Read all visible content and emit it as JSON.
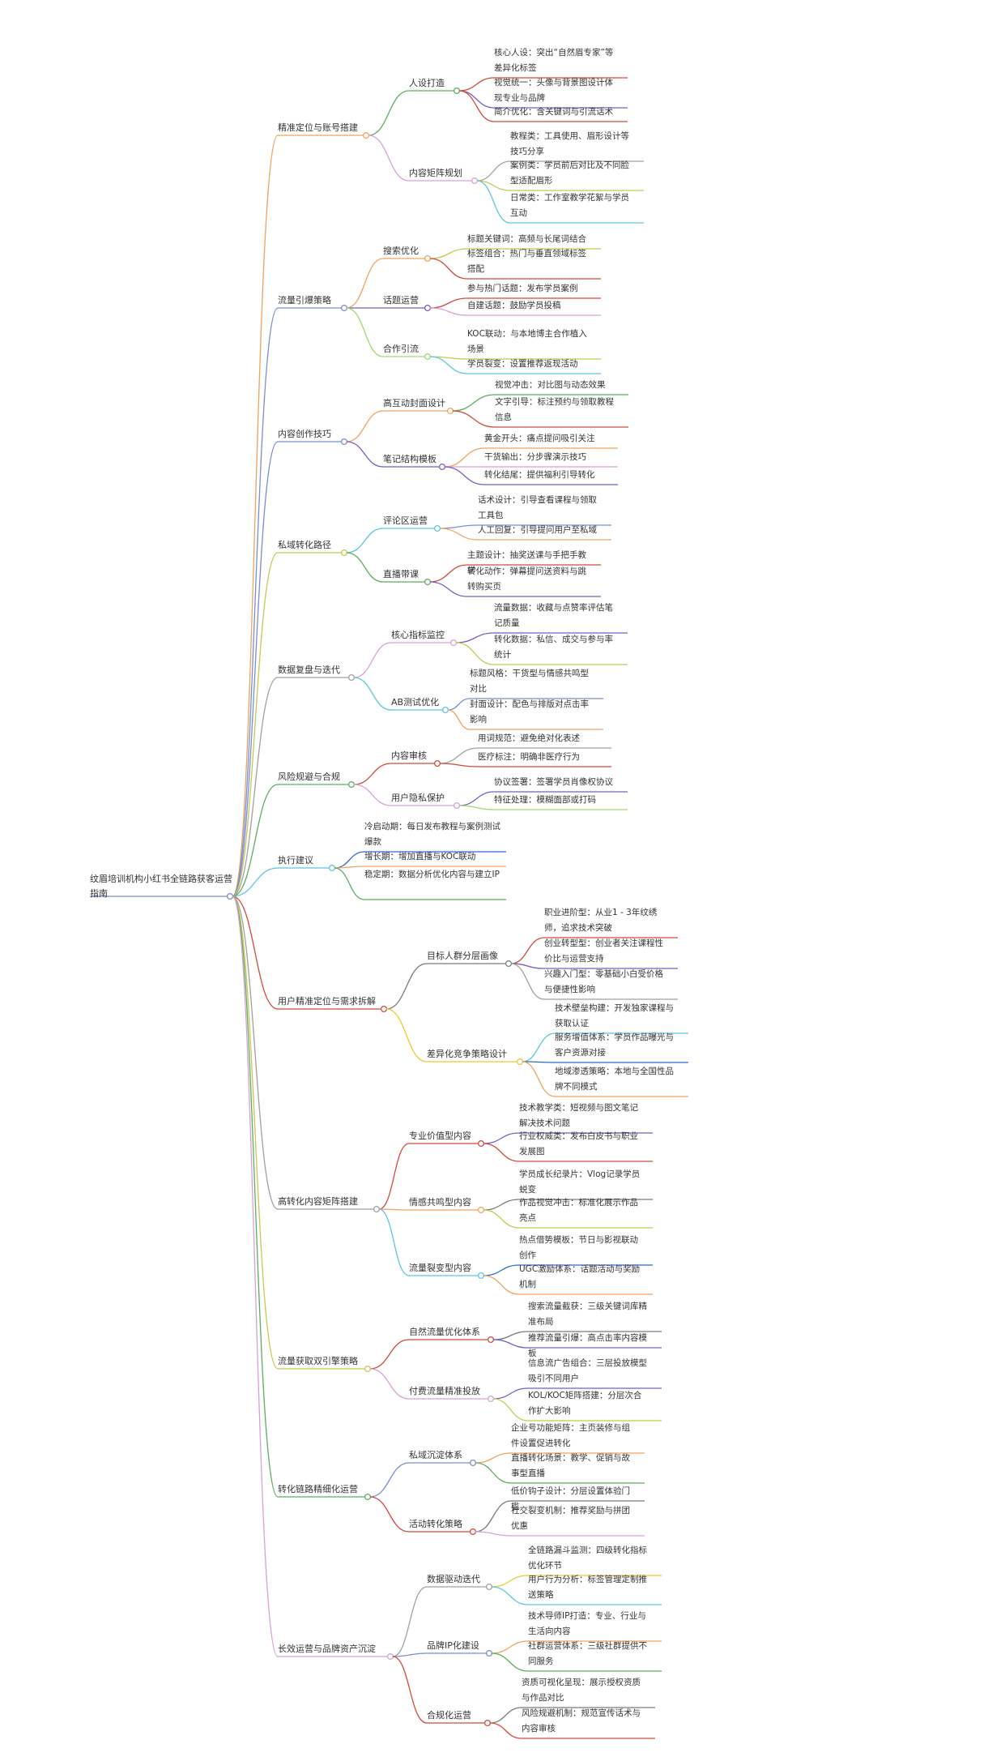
{
  "root": {
    "label": "纹眉培训机构小红书全链路获客运营指南"
  },
  "branches": [
    {
      "id": "b1",
      "label": "精准定位与账号搭建",
      "color": "#f0a35c",
      "children": [
        {
          "id": "b1c1",
          "label": "人设打造",
          "color": "#5cae5c",
          "children": [
            {
              "label": "核心人设：突出“自然眉专家”等差异化标签",
              "color": "#d24a3c"
            },
            {
              "label": "视觉统一：头像与背景图设计体现专业与品牌",
              "color": "#7a5cc5"
            },
            {
              "label": "简介优化：含关键词与引流话术",
              "color": "#d24a3c"
            }
          ]
        },
        {
          "id": "b1c2",
          "label": "内容矩阵规划",
          "color": "#d8a0d8",
          "children": [
            {
              "label": "教程类：工具使用、眉形设计等技巧分享",
              "color": "#a0a0a0"
            },
            {
              "label": "案例类：学员前后对比及不同脸型适配眉形",
              "color": "#c8c850"
            },
            {
              "label": "日常类：工作室教学花絮与学员互动",
              "color": "#5cc5e0"
            }
          ]
        }
      ]
    },
    {
      "id": "b2",
      "label": "流量引爆策略",
      "color": "#7a8ed0",
      "children": [
        {
          "id": "b2c1",
          "label": "搜索优化",
          "color": "#f0a35c",
          "children": [
            {
              "label": "标题关键词：高频与长尾词结合",
              "color": "#c8c850"
            },
            {
              "label": "标签组合：热门与垂直领域标签搭配",
              "color": "#d24a3c"
            }
          ]
        },
        {
          "id": "b2c2",
          "label": "话题运营",
          "color": "#7a5cc5",
          "children": [
            {
              "label": "参与热门话题：发布学员案例",
              "color": "#d24a3c"
            },
            {
              "label": "自建话题：鼓励学员投稿",
              "color": "#d8a0d8"
            }
          ]
        },
        {
          "id": "b2c3",
          "label": "合作引流",
          "color": "#a0d870",
          "children": [
            {
              "label": "KOC联动：与本地博主合作植入场景",
              "color": "#c8c850"
            },
            {
              "label": "学员裂变：设置推荐返现活动",
              "color": "#5cc5e0"
            }
          ]
        }
      ]
    },
    {
      "id": "b3",
      "label": "内容创作技巧",
      "color": "#7a8ed0",
      "children": [
        {
          "id": "b3c1",
          "label": "高互动封面设计",
          "color": "#f0a35c",
          "children": [
            {
              "label": "视觉冲击：对比图与动态效果",
              "color": "#5cae5c"
            },
            {
              "label": "文字引导：标注预约与领取教程信息",
              "color": "#d24a3c"
            }
          ]
        },
        {
          "id": "b3c2",
          "label": "笔记结构模板",
          "color": "#7a5cc5",
          "children": [
            {
              "label": "黄金开头：痛点提问吸引关注",
              "color": "#f0a35c"
            },
            {
              "label": "干货输出：分步骤演示技巧",
              "color": "#d8a0d8"
            },
            {
              "label": "转化结尾：提供福利引导转化",
              "color": "#7a5cc5"
            }
          ]
        }
      ]
    },
    {
      "id": "b4",
      "label": "私域转化路径",
      "color": "#c8c850",
      "children": [
        {
          "id": "b4c1",
          "label": "评论区运营",
          "color": "#5cc5e0",
          "children": [
            {
              "label": "话术设计：引导查看课程与领取工具包",
              "color": "#7a8ed0"
            },
            {
              "label": "人工回复：引导提问用户至私域",
              "color": "#f0a35c"
            }
          ]
        },
        {
          "id": "b4c2",
          "label": "直播带课",
          "color": "#5cae5c",
          "children": [
            {
              "label": "主题设计：抽奖送课与手把手教学",
              "color": "#d24a3c"
            },
            {
              "label": "转化动作：弹幕提问送资料与跳转购买页",
              "color": "#7a5cc5"
            }
          ]
        }
      ]
    },
    {
      "id": "b5",
      "label": "数据复盘与迭代",
      "color": "#a0a0a0",
      "children": [
        {
          "id": "b5c1",
          "label": "核心指标监控",
          "color": "#d8a0d8",
          "children": [
            {
              "label": "流量数据：收藏与点赞率评估笔记质量",
              "color": "#7a5cc5"
            },
            {
              "label": "转化数据：私信、成交与参与率统计",
              "color": "#c8c850"
            }
          ]
        },
        {
          "id": "b5c2",
          "label": "AB测试优化",
          "color": "#5cc5e0",
          "children": [
            {
              "label": "标题风格：干货型与情感共鸣型对比",
              "color": "#7a8ed0"
            },
            {
              "label": "封面设计：配色与排版对点击率影响",
              "color": "#f0a35c"
            }
          ]
        }
      ]
    },
    {
      "id": "b6",
      "label": "风险规避与合规",
      "color": "#5cae5c",
      "children": [
        {
          "id": "b6c1",
          "label": "内容审核",
          "color": "#d24a3c",
          "children": [
            {
              "label": "用词规范：避免绝对化表述",
              "color": "#a0a0a0"
            },
            {
              "label": "医疗标注：明确非医疗行为",
              "color": "#d24a3c"
            }
          ]
        },
        {
          "id": "b6c2",
          "label": "用户隐私保护",
          "color": "#d8a0d8",
          "children": [
            {
              "label": "协议签署：签署学员肖像权协议",
              "color": "#7a5cc5"
            },
            {
              "label": "特征处理：模糊面部或打码",
              "color": "#a0d870"
            }
          ]
        }
      ]
    },
    {
      "id": "b7",
      "label": "执行建议",
      "color": "#5cc5e0",
      "children": [
        {
          "label": "冷启动期：每日发布教程与案例测试爆款",
          "color": "#2f6ad0"
        },
        {
          "label": "增长期：增加直播与KOC联动",
          "color": "#f0a35c"
        },
        {
          "label": "稳定期：数据分析优化内容与建立IP",
          "color": "#5cae5c"
        }
      ]
    },
    {
      "id": "b8",
      "label": "用户精准定位与需求拆解",
      "color": "#d24a3c",
      "children": [
        {
          "id": "b8c1",
          "label": "目标人群分层画像",
          "color": "#7a7a7a",
          "children": [
            {
              "label": "职业进阶型：从业1 - 3年纹绣师，追求技术突破",
              "color": "#d24a3c"
            },
            {
              "label": "创业转型型：创业者关注课程性价比与运营支持",
              "color": "#7a5cc5"
            },
            {
              "label": "兴趣入门型：零基础小白受价格与便捷性影响",
              "color": "#a0a0a0"
            }
          ]
        },
        {
          "id": "b8c2",
          "label": "差异化竞争策略设计",
          "color": "#f0c830",
          "children": [
            {
              "label": "技术壁垒构建：开发独家课程与获取认证",
              "color": "#5cc5e0"
            },
            {
              "label": "服务增值体系：学员作品曝光与客户资源对接",
              "color": "#2f6ad0"
            },
            {
              "label": "地域渗透策略：本地与全国性品牌不同模式",
              "color": "#f0a35c"
            }
          ]
        }
      ]
    },
    {
      "id": "b9",
      "label": "高转化内容矩阵搭建",
      "color": "#a0a0a0",
      "children": [
        {
          "id": "b9c1",
          "label": "专业价值型内容",
          "color": "#d24a3c",
          "children": [
            {
              "label": "技术教学类：短视频与图文笔记解决技术问题",
              "color": "#7a5cc5"
            },
            {
              "label": "行业权威类：发布白皮书与职业发展图",
              "color": "#d24a3c"
            }
          ]
        },
        {
          "id": "b9c2",
          "label": "情感共鸣型内容",
          "color": "#f0a35c",
          "children": [
            {
              "label": "学员成长纪录片：Vlog记录学员蜕变",
              "color": "#7a7a7a"
            },
            {
              "label": "作品视觉冲击：标准化展示作品亮点",
              "color": "#c8c850"
            }
          ]
        },
        {
          "id": "b9c3",
          "label": "流量裂变型内容",
          "color": "#5cc5e0",
          "children": [
            {
              "label": "热点借势模板：节日与影视联动创作",
              "color": "#2f6ad0"
            },
            {
              "label": "UGC激励体系：话题活动与奖励机制",
              "color": "#f0a35c"
            }
          ]
        }
      ]
    },
    {
      "id": "b10",
      "label": "流量获取双引擎策略",
      "color": "#c8c850",
      "children": [
        {
          "id": "b10c1",
          "label": "自然流量优化体系",
          "color": "#d24a3c",
          "children": [
            {
              "label": "搜索流量截获：三级关键词库精准布局",
              "color": "#7a7a7a"
            },
            {
              "label": "推荐流量引爆：高点击率内容模板",
              "color": "#7a5cc5"
            }
          ]
        },
        {
          "id": "b10c2",
          "label": "付费流量精准投放",
          "color": "#d8a0d8",
          "children": [
            {
              "label": "信息流广告组合：三层投放模型吸引不同用户",
              "color": "#7a5cc5"
            },
            {
              "label": "KOL/KOC矩阵搭建：分层次合作扩大影响",
              "color": "#c8c850"
            }
          ]
        }
      ]
    },
    {
      "id": "b11",
      "label": "转化链路精细化运营",
      "color": "#5cae5c",
      "children": [
        {
          "id": "b11c1",
          "label": "私域沉淀体系",
          "color": "#7a8ed0",
          "children": [
            {
              "label": "企业号功能矩阵：主页装修与组件设置促进转化",
              "color": "#f0a35c"
            },
            {
              "label": "直播转化场景：教学、促销与故事型直播",
              "color": "#5cae5c"
            }
          ]
        },
        {
          "id": "b11c2",
          "label": "活动转化策略",
          "color": "#d24a3c",
          "children": [
            {
              "label": "低价钩子设计：分层设置体验门槛",
              "color": "#7a7a7a"
            },
            {
              "label": "社交裂变机制：推荐奖励与拼团优惠",
              "color": "#d8a0d8"
            }
          ]
        }
      ]
    },
    {
      "id": "b12",
      "label": "长效运营与品牌资产沉淀",
      "color": "#d8a0d8",
      "children": [
        {
          "id": "b12c1",
          "label": "数据驱动迭代",
          "color": "#a0a0a0",
          "children": [
            {
              "label": "全链路漏斗监测：四级转化指标优化环节",
              "color": "#f0c830"
            },
            {
              "label": "用户行为分析：标签管理定制推送策略",
              "color": "#5cc5e0"
            }
          ]
        },
        {
          "id": "b12c2",
          "label": "品牌IP化建设",
          "color": "#7a8ed0",
          "children": [
            {
              "label": "技术导师IP打造：专业、行业与生活向内容",
              "color": "#f0a35c"
            },
            {
              "label": "社群运营体系：三级社群提供不同服务",
              "color": "#5cae5c"
            }
          ]
        },
        {
          "id": "b12c3",
          "label": "合规化运营",
          "color": "#d24a3c",
          "children": [
            {
              "label": "资质可视化呈现：展示授权资质与作品对比",
              "color": "#7a7a7a"
            },
            {
              "label": "风险规避机制：规范宣传话术与内容审核",
              "color": "#d24a3c"
            }
          ]
        }
      ]
    }
  ]
}
